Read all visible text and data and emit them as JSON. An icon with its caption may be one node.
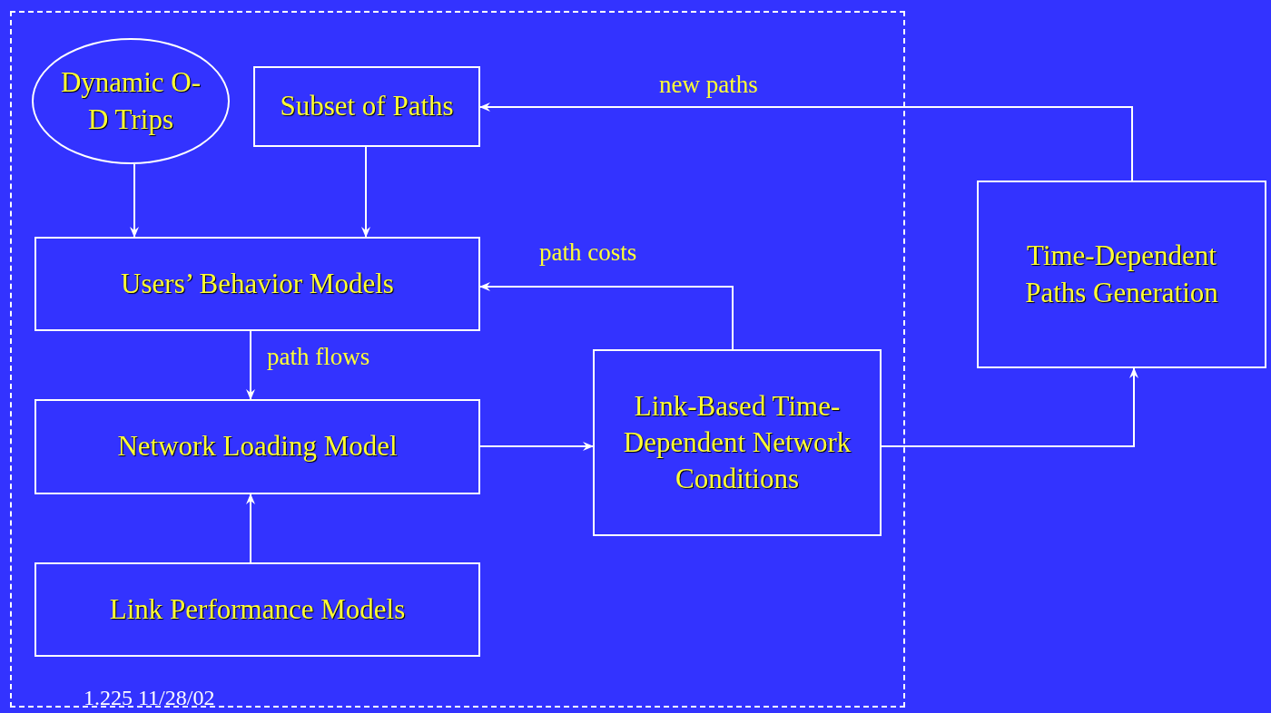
{
  "diagram": {
    "nodes": [
      {
        "text": [],
        "shape": "box"
      },
      {
        "text": [
          "Dynamic O-D Trips"
        ],
        "in": 0
      },
      {
        "text": [
          "Subset of Paths"
        ],
        "in": 0
      },
      {
        "text": [
          "Users’ Behavior Models"
        ],
        "in": 0
      },
      {
        "text": [
          "Network Loading Model"
        ],
        "in": 0
      },
      {
        "text": [
          "Link Performance Models"
        ],
        "in": 0
      },
      {
        "text": [
          "Link-Based Time-Dependent Network Conditions"
        ],
        "in": 0
      },
      {
        "text": [
          "Time-Dependent Paths Generation"
        ]
      }
    ],
    "edges": [
      {
        "from": 1,
        "to": 3,
        "arrow": "to"
      },
      {
        "from": 2,
        "to": 3,
        "arrow": "to"
      },
      {
        "from": 3,
        "to": 4,
        "arrow": "to",
        "label": "path flows"
      },
      {
        "from": 5,
        "to": 4,
        "arrow": "to"
      },
      {
        "from": 4,
        "to": 6,
        "arrow": "to"
      },
      {
        "from": 6,
        "to": 3,
        "arrow": "to",
        "label": "path costs"
      },
      {
        "from": 6,
        "to": 7,
        "arrow": "to"
      },
      {
        "from": 7,
        "to": 2,
        "arrow": "to",
        "label": "new paths"
      }
    ],
    "labels": [
      "1.225 11/28/02"
    ]
  }
}
